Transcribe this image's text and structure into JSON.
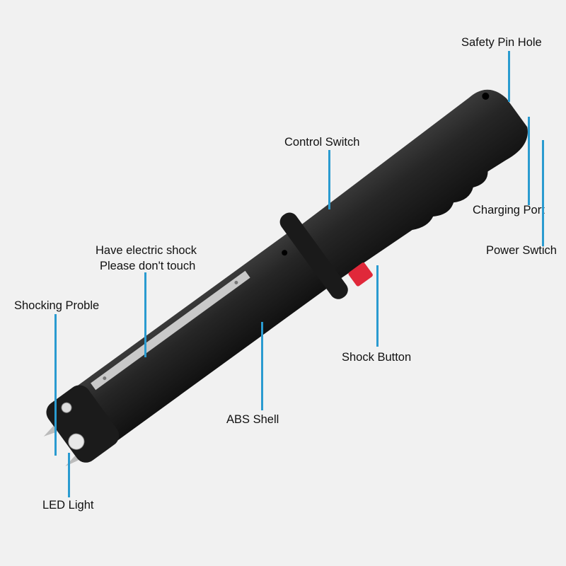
{
  "colors": {
    "background": "#f1f1f1",
    "leader_line": "#2a9bd0",
    "body": "#222222",
    "shock_button": "#e0283a"
  },
  "labels": {
    "safety_pin_hole": "Safety Pin Hole",
    "charging_port": "Charging Port",
    "power_switch": "Power Swtich",
    "control_switch": "Control Switch",
    "warning_line1": "Have electric shock",
    "warning_line2": "Please don't touch",
    "shocking_probe": "Shocking Proble",
    "shock_button": "Shock Button",
    "abs_shell": "ABS Shell",
    "led_light": "LED Light"
  }
}
